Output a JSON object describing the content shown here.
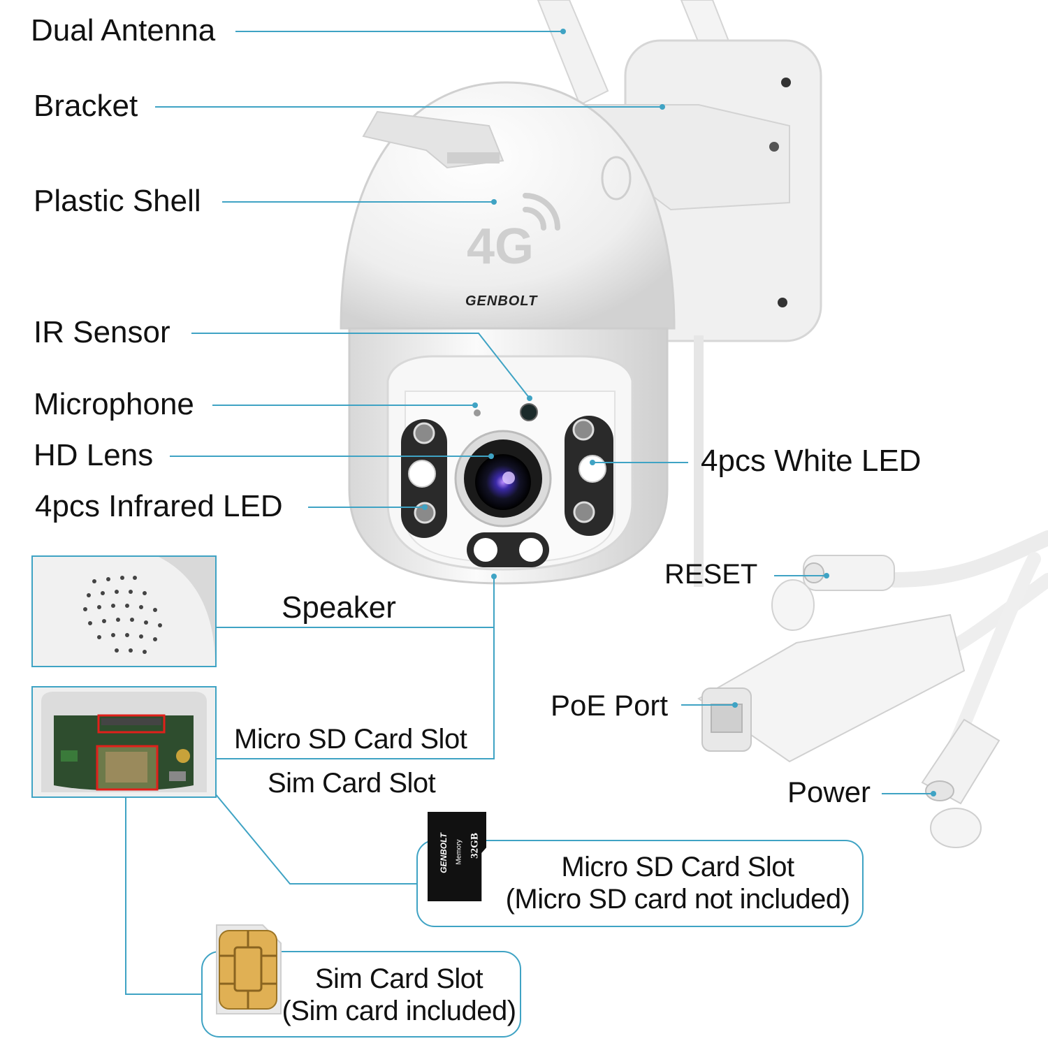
{
  "labels": {
    "dual_antenna": "Dual Antenna",
    "bracket": "Bracket",
    "plastic_shell": "Plastic Shell",
    "ir_sensor": "IR Sensor",
    "microphone": "Microphone",
    "hd_lens": "HD Lens",
    "infrared_led": "4pcs Infrared LED",
    "white_led": "4pcs White LED",
    "reset": "RESET",
    "speaker": "Speaker",
    "micro_sd_slot": "Micro SD Card Slot",
    "sim_slot": "Sim Card Slot",
    "poe_port": "PoE Port",
    "power": "Power"
  },
  "camera": {
    "network_badge": "4G",
    "brand": "GENBOLT"
  },
  "sd_callout": {
    "line1": "Micro SD Card Slot",
    "line2": "(Micro SD card not included)",
    "card_brand": "GENBOLT",
    "card_capacity": "32GB",
    "card_text": "Memory"
  },
  "sim_callout": {
    "line1": "Sim Card Slot",
    "line2": "(Sim card included)"
  },
  "colors": {
    "leader_line": "#3fa3c4",
    "highlight_box": "#e0201b",
    "camera_body": "#f3f3f3"
  }
}
